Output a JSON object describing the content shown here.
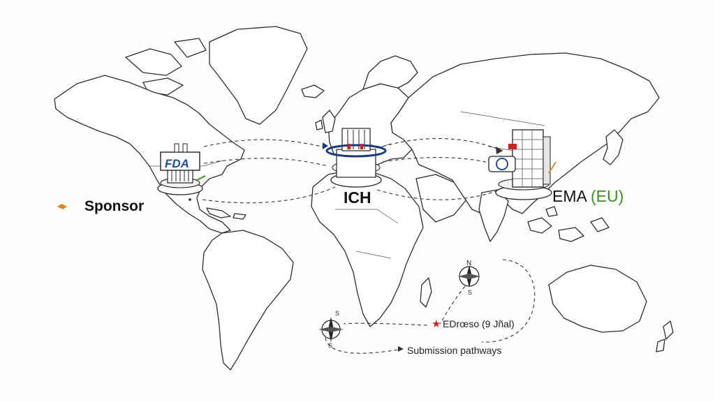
{
  "labels": {
    "sponsor": "Sponsor",
    "ich": "ICH",
    "ema_name": "EMA ",
    "ema_region": "(EU)",
    "edr": "EDrœso (9 Jñal)",
    "pathways": "Submission pathways",
    "fda_sign": "FDA",
    "compass_n": "N",
    "compass_s": "S"
  },
  "icons": {
    "star": "★",
    "star_color": "#cc2222"
  },
  "colors": {
    "ocean": "#fdfdfd",
    "land": "#ffffff",
    "outline": "#2c2c2c",
    "fda_blue": "#1f4e9c",
    "ema_green": "#3f8f1f",
    "accent_orange": "#d98a1b"
  }
}
